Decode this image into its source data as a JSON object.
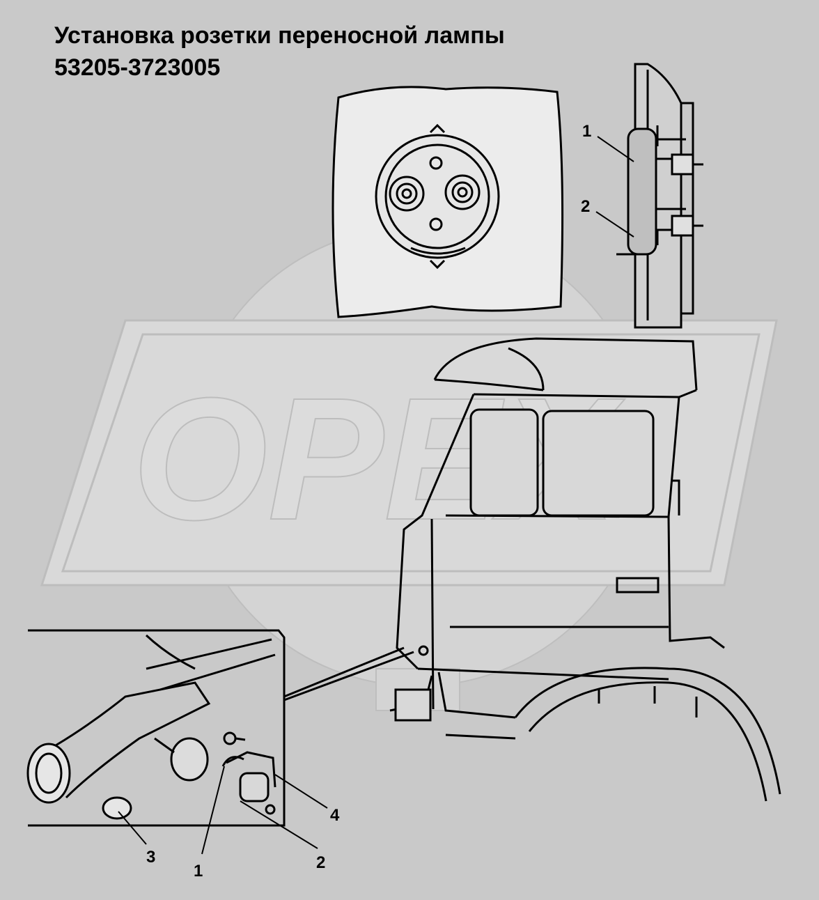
{
  "title": {
    "line1": "Установка розетки переносной лампы",
    "line2": "53205-3723005"
  },
  "watermark": {
    "text": "OPEX"
  },
  "callouts": {
    "detail_right": [
      "1",
      "2"
    ],
    "bottom_left": [
      "1",
      "2",
      "3",
      "4"
    ]
  },
  "colors": {
    "background": "#c9c9c9",
    "line": "#000000",
    "watermark_fill": "#dcdcdc",
    "watermark_stroke": "#bdbdbd"
  }
}
